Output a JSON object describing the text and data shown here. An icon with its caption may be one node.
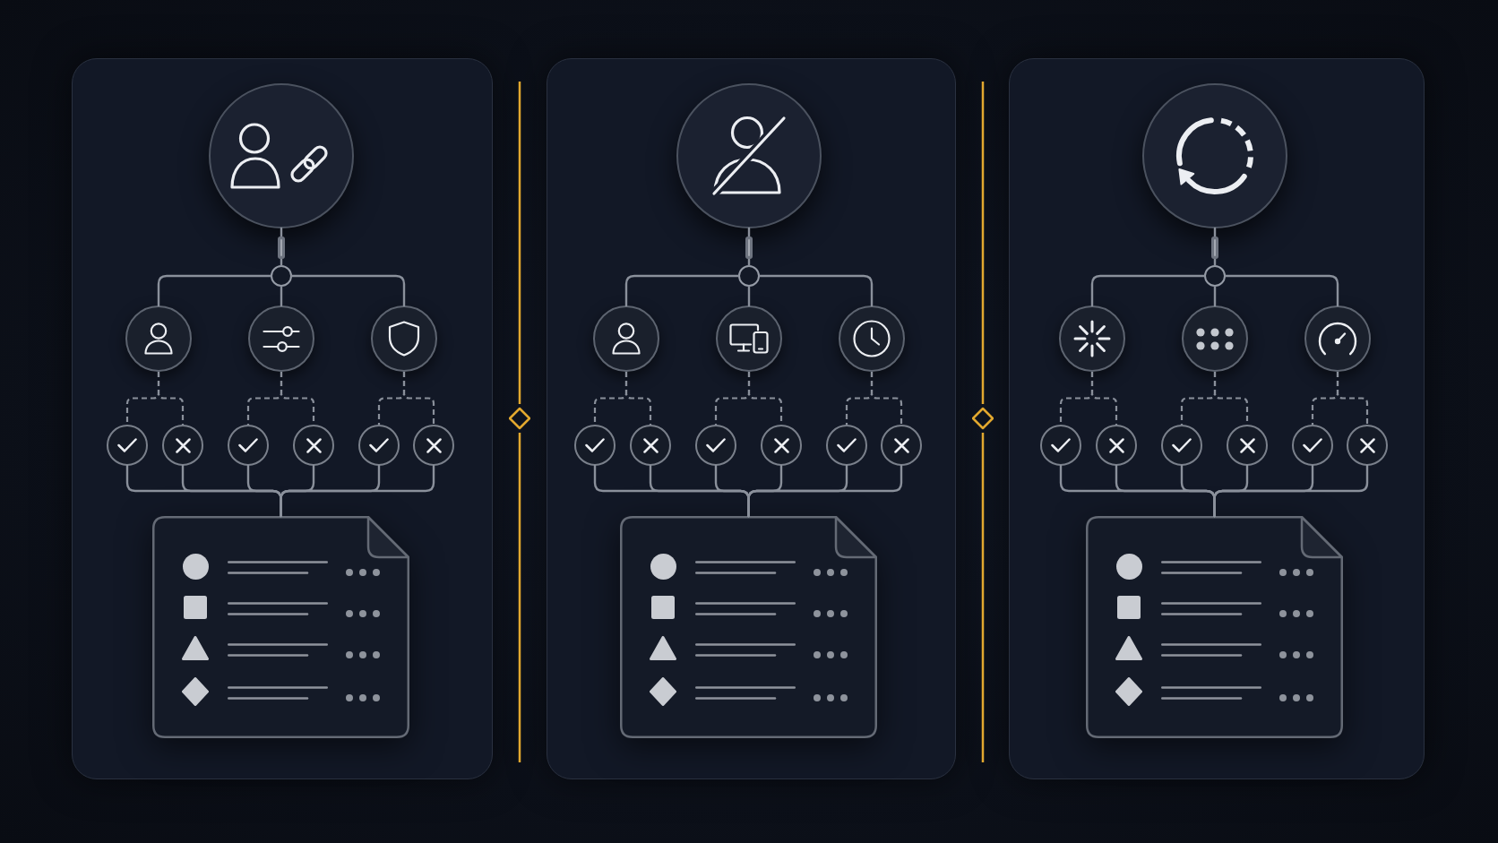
{
  "diagram": {
    "nodes": [
      {
        "text": [],
        "shape": "box"
      },
      {
        "text": [],
        "shape": "circle",
        "in": 0
      },
      {
        "text": [],
        "shape": "circle",
        "in": 0
      },
      {
        "text": [],
        "shape": "circle",
        "in": 0
      },
      {
        "text": [],
        "shape": "circle",
        "in": 0
      },
      {
        "text": [],
        "shape": "circle",
        "in": 0
      },
      {
        "text": [],
        "shape": "circle",
        "in": 0
      },
      {
        "text": [],
        "shape": "circle",
        "in": 0
      },
      {
        "text": [],
        "shape": "circle",
        "in": 0
      },
      {
        "text": [],
        "shape": "circle",
        "in": 0
      },
      {
        "text": [],
        "shape": "circle",
        "in": 0
      },
      {
        "text": [],
        "shape": "circle",
        "in": 0
      },
      {
        "text": [],
        "shape": "document",
        "in": 0
      },
      {
        "text": [],
        "shape": "box"
      },
      {
        "text": [],
        "shape": "circle",
        "in": 13
      },
      {
        "text": [],
        "shape": "circle",
        "in": 13
      },
      {
        "text": [],
        "shape": "circle",
        "in": 13
      },
      {
        "text": [],
        "shape": "circle",
        "in": 13
      },
      {
        "text": [],
        "shape": "circle",
        "in": 13
      },
      {
        "text": [],
        "shape": "circle",
        "in": 13
      },
      {
        "text": [],
        "shape": "circle",
        "in": 13
      },
      {
        "text": [],
        "shape": "circle",
        "in": 13
      },
      {
        "text": [],
        "shape": "circle",
        "in": 13
      },
      {
        "text": [],
        "shape": "circle",
        "in": 13
      },
      {
        "text": [],
        "shape": "circle",
        "in": 13
      },
      {
        "text": [],
        "shape": "document",
        "in": 13
      },
      {
        "text": [],
        "shape": "box"
      },
      {
        "text": [],
        "shape": "circle",
        "in": 26
      },
      {
        "text": [],
        "shape": "circle",
        "in": 26
      },
      {
        "text": [],
        "shape": "circle",
        "in": 26
      },
      {
        "text": [],
        "shape": "circle",
        "in": 26
      },
      {
        "text": [],
        "shape": "circle",
        "in": 26
      },
      {
        "text": [],
        "shape": "circle",
        "in": 26
      },
      {
        "text": [],
        "shape": "circle",
        "in": 26
      },
      {
        "text": [],
        "shape": "circle",
        "in": 26
      },
      {
        "text": [],
        "shape": "circle",
        "in": 26
      },
      {
        "text": [],
        "shape": "circle",
        "in": 26
      },
      {
        "text": [],
        "shape": "circle",
        "in": 26
      },
      {
        "text": [],
        "shape": "document",
        "in": 26
      }
    ],
    "edges": [
      {
        "from": 1,
        "to": 2,
        "arrow": "none"
      },
      {
        "from": 2,
        "to": 3,
        "arrow": "none"
      },
      {
        "from": 2,
        "to": 4,
        "arrow": "none"
      },
      {
        "from": 2,
        "to": 5,
        "arrow": "none"
      },
      {
        "from": 3,
        "to": 6,
        "arrow": "none",
        "style": "dashed"
      },
      {
        "from": 3,
        "to": 7,
        "arrow": "none",
        "style": "dashed"
      },
      {
        "from": 4,
        "to": 8,
        "arrow": "none",
        "style": "dashed"
      },
      {
        "from": 4,
        "to": 9,
        "arrow": "none",
        "style": "dashed"
      },
      {
        "from": 5,
        "to": 10,
        "arrow": "none",
        "style": "dashed"
      },
      {
        "from": 5,
        "to": 11,
        "arrow": "none",
        "style": "dashed"
      },
      {
        "from": 6,
        "to": 12,
        "arrow": "none"
      },
      {
        "from": 7,
        "to": 12,
        "arrow": "none"
      },
      {
        "from": 8,
        "to": 12,
        "arrow": "none"
      },
      {
        "from": 9,
        "to": 12,
        "arrow": "none"
      },
      {
        "from": 10,
        "to": 12,
        "arrow": "none"
      },
      {
        "from": 11,
        "to": 12,
        "arrow": "none"
      },
      {
        "from": 14,
        "to": 15,
        "arrow": "none"
      },
      {
        "from": 15,
        "to": 16,
        "arrow": "none"
      },
      {
        "from": 15,
        "to": 17,
        "arrow": "none"
      },
      {
        "from": 15,
        "to": 18,
        "arrow": "none"
      },
      {
        "from": 16,
        "to": 19,
        "arrow": "none",
        "style": "dashed"
      },
      {
        "from": 16,
        "to": 20,
        "arrow": "none",
        "style": "dashed"
      },
      {
        "from": 17,
        "to": 21,
        "arrow": "none",
        "style": "dashed"
      },
      {
        "from": 17,
        "to": 22,
        "arrow": "none",
        "style": "dashed"
      },
      {
        "from": 18,
        "to": 23,
        "arrow": "none",
        "style": "dashed"
      },
      {
        "from": 18,
        "to": 24,
        "arrow": "none",
        "style": "dashed"
      },
      {
        "from": 19,
        "to": 25,
        "arrow": "none"
      },
      {
        "from": 20,
        "to": 25,
        "arrow": "none"
      },
      {
        "from": 21,
        "to": 25,
        "arrow": "none"
      },
      {
        "from": 22,
        "to": 25,
        "arrow": "none"
      },
      {
        "from": 23,
        "to": 25,
        "arrow": "none"
      },
      {
        "from": 24,
        "to": 25,
        "arrow": "none"
      },
      {
        "from": 27,
        "to": 28,
        "arrow": "none"
      },
      {
        "from": 28,
        "to": 29,
        "arrow": "none"
      },
      {
        "from": 28,
        "to": 30,
        "arrow": "none"
      },
      {
        "from": 28,
        "to": 31,
        "arrow": "none"
      },
      {
        "from": 29,
        "to": 32,
        "arrow": "none",
        "style": "dashed"
      },
      {
        "from": 29,
        "to": 33,
        "arrow": "none",
        "style": "dashed"
      },
      {
        "from": 30,
        "to": 34,
        "arrow": "none",
        "style": "dashed"
      },
      {
        "from": 30,
        "to": 35,
        "arrow": "none",
        "style": "dashed"
      },
      {
        "from": 31,
        "to": 36,
        "arrow": "none",
        "style": "dashed"
      },
      {
        "from": 31,
        "to": 37,
        "arrow": "none",
        "style": "dashed"
      },
      {
        "from": 32,
        "to": 38,
        "arrow": "none"
      },
      {
        "from": 33,
        "to": 38,
        "arrow": "none"
      },
      {
        "from": 34,
        "to": 38,
        "arrow": "none"
      },
      {
        "from": 35,
        "to": 38,
        "arrow": "none"
      },
      {
        "from": 36,
        "to": 38,
        "arrow": "none"
      },
      {
        "from": 37,
        "to": 38,
        "arrow": "none"
      }
    ]
  }
}
